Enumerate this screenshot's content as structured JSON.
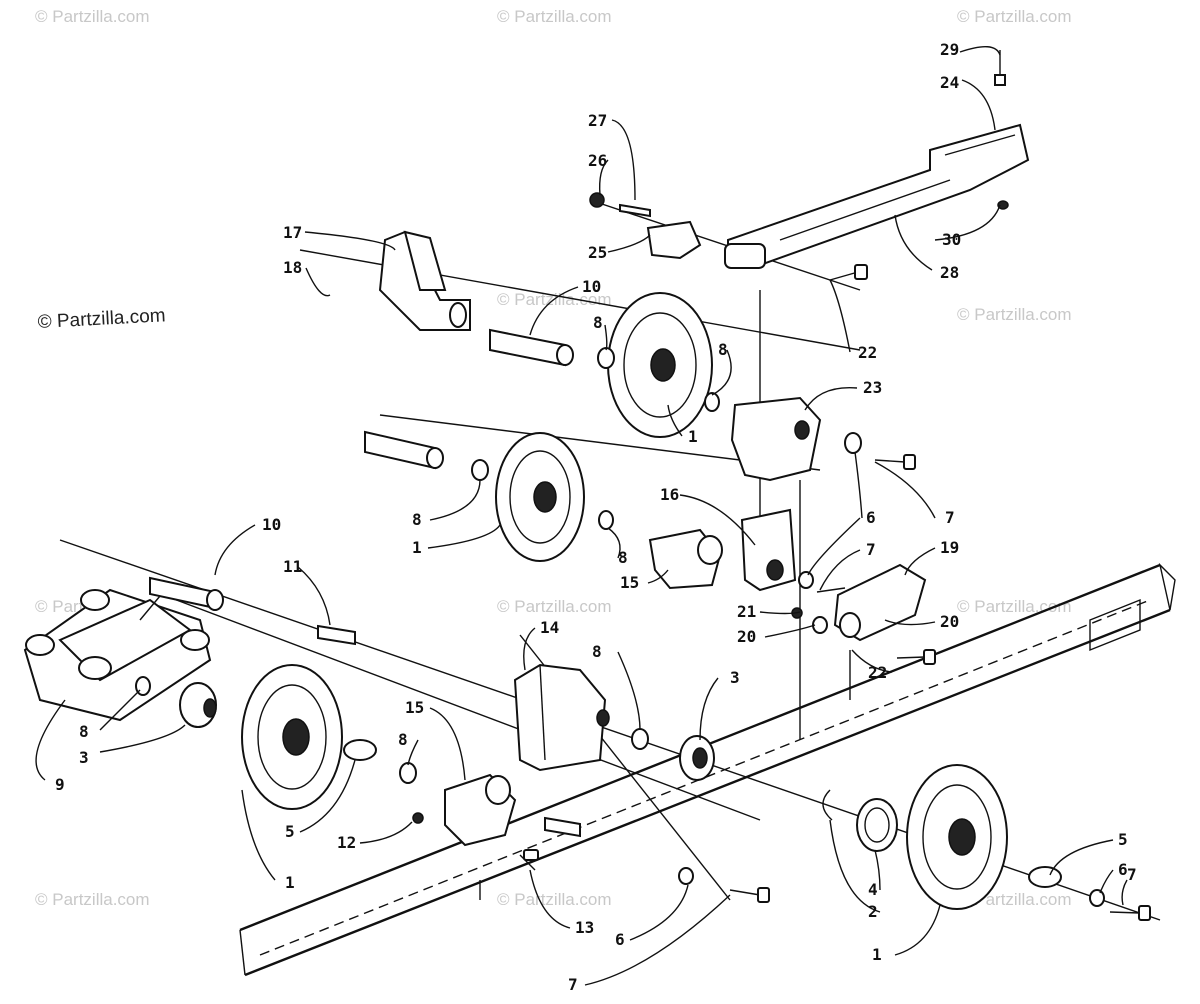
{
  "watermarks": {
    "main": "© Partzilla.com",
    "faint": "© Partzilla.com"
  },
  "callouts": {
    "c29": "29",
    "c24": "24",
    "c27": "27",
    "c26": "26",
    "c25": "25",
    "c30": "30",
    "c28": "28",
    "c17": "17",
    "c18": "18",
    "c10a": "10",
    "c8a": "8",
    "c22a": "22",
    "c8b": "8",
    "c23": "23",
    "c1a": "1",
    "c8c": "8",
    "c1b": "1",
    "c16": "16",
    "c6a": "6",
    "c7a": "7",
    "c10b": "10",
    "c8d": "8",
    "c7b": "7",
    "c19": "19",
    "c15a": "15",
    "c11": "11",
    "c21": "21",
    "c20a": "20",
    "c20b": "20",
    "c22b": "22",
    "c14": "14",
    "c8e": "8",
    "c3a": "3",
    "c15b": "15",
    "c8f": "8",
    "c3b": "3",
    "c9": "9",
    "c8g": "8",
    "c5a": "5",
    "c12": "12",
    "c1c": "1",
    "c4": "4",
    "c13": "13",
    "c2": "2",
    "c5b": "5",
    "c6b": "6",
    "c7c": "7",
    "c6c": "6",
    "c7d": "7",
    "c1d": "1"
  },
  "colors": {
    "ink": "#111111",
    "watermark": "#c8c8c8",
    "background": "#ffffff"
  }
}
